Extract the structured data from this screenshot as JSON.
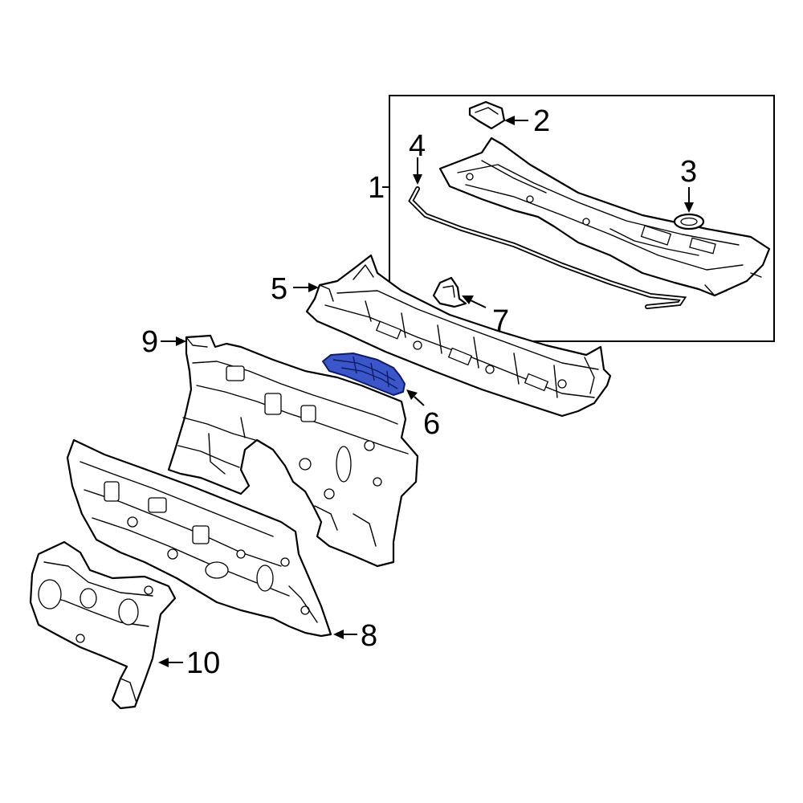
{
  "diagram": {
    "highlight_color": "#3a56c8",
    "callouts": [
      {
        "id": "1",
        "label": "1"
      },
      {
        "id": "2",
        "label": "2"
      },
      {
        "id": "3",
        "label": "3"
      },
      {
        "id": "4",
        "label": "4"
      },
      {
        "id": "5",
        "label": "5"
      },
      {
        "id": "6",
        "label": "6"
      },
      {
        "id": "7",
        "label": "7"
      },
      {
        "id": "8",
        "label": "8"
      },
      {
        "id": "9",
        "label": "9"
      },
      {
        "id": "10",
        "label": "10"
      }
    ]
  }
}
